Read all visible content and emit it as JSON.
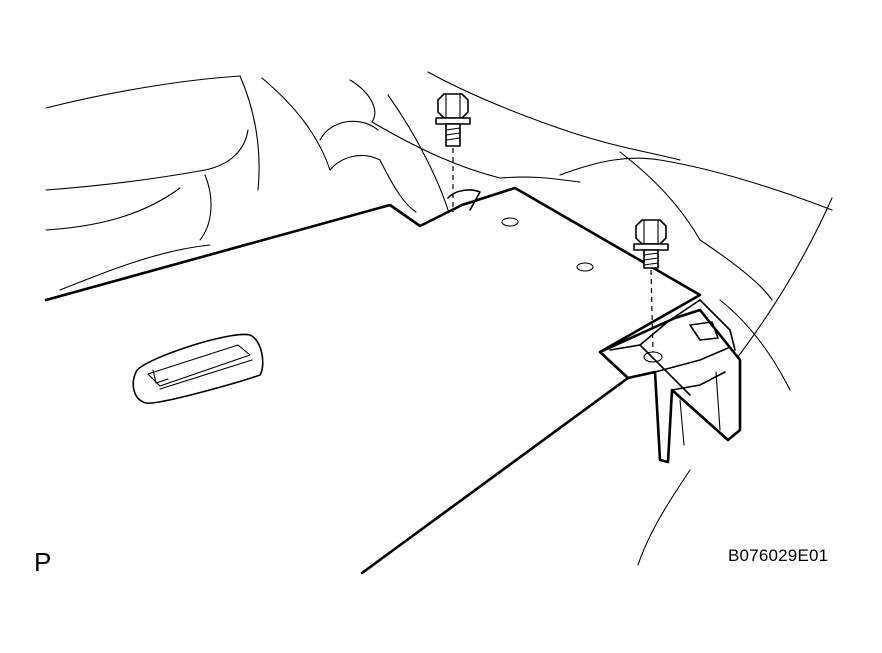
{
  "labels": {
    "view_letter": "P",
    "figure_code": "B076029E01"
  },
  "colors": {
    "line": "#000000",
    "background": "#ffffff"
  },
  "parts": {
    "bolts": [
      "bolt-icon",
      "bolt-icon"
    ],
    "panel": "cover-panel",
    "bracket": "mounting-bracket",
    "pad": "foot-pad"
  }
}
